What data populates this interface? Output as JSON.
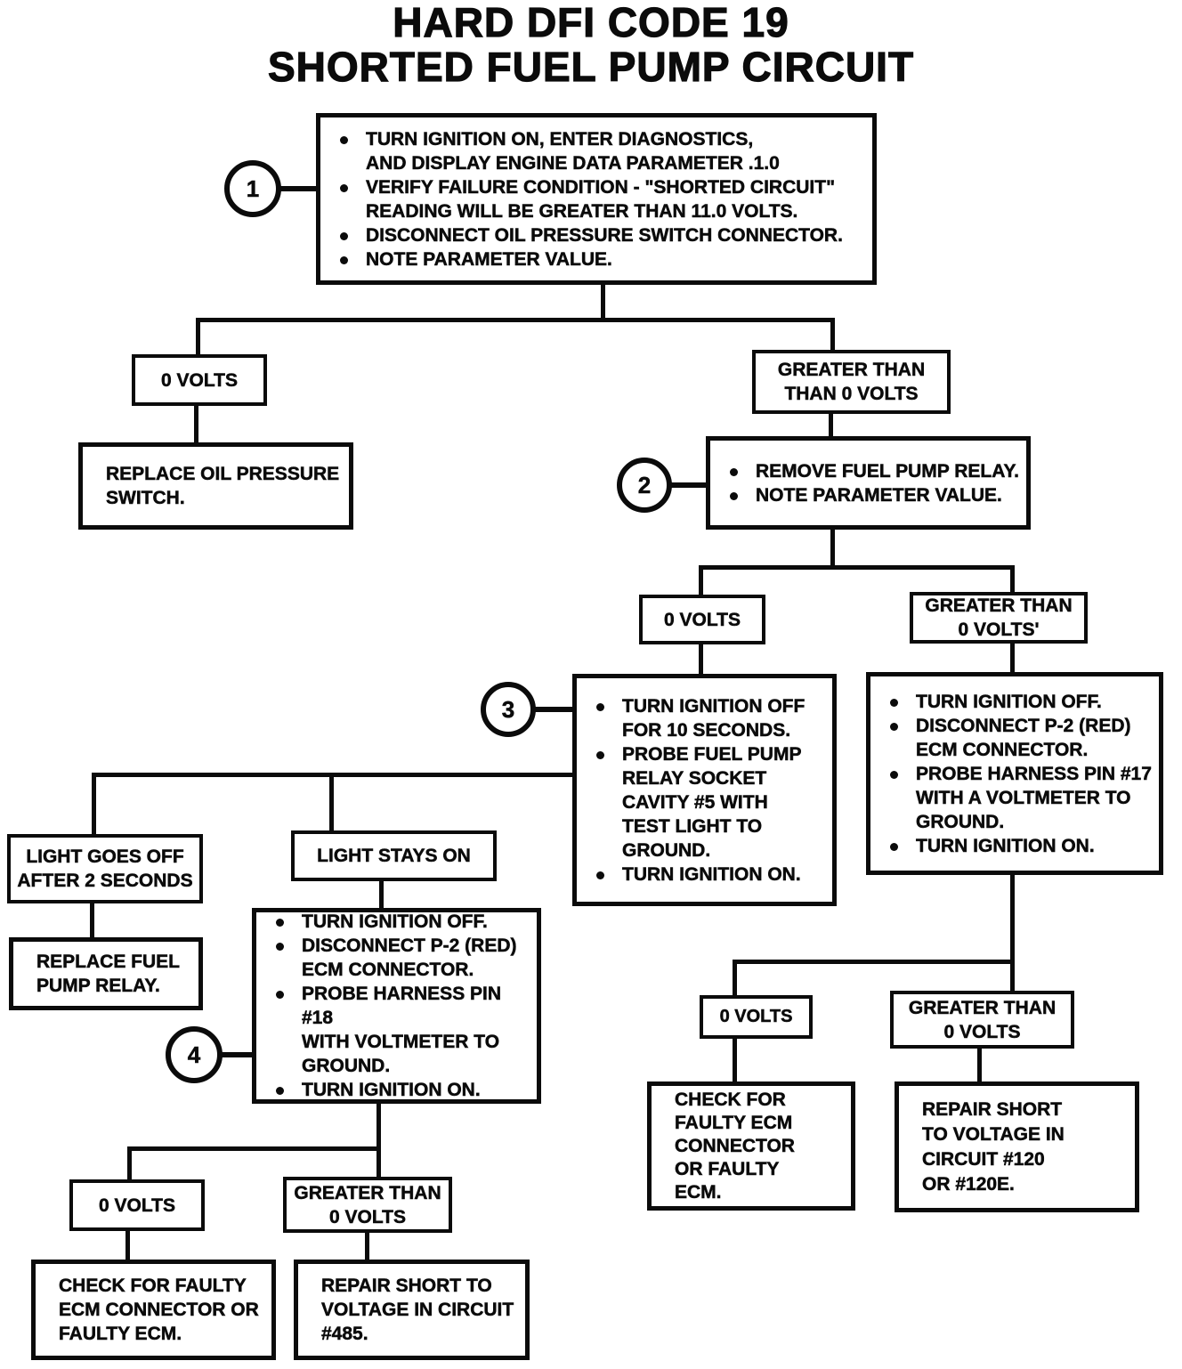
{
  "title": "HARD DFI CODE 19\nSHORTED FUEL PUMP CIRCUIT",
  "steps": {
    "step1": {
      "number": "1",
      "bullets": [
        "TURN IGNITION ON, ENTER DIAGNOSTICS,\nAND DISPLAY ENGINE DATA PARAMETER .1.0",
        "VERIFY FAILURE CONDITION - \"SHORTED CIRCUIT\"\nREADING WILL BE GREATER THAN 11.0 VOLTS.",
        "DISCONNECT OIL PRESSURE SWITCH CONNECTOR.",
        "NOTE PARAMETER VALUE."
      ]
    },
    "step2": {
      "number": "2",
      "bullets": [
        "REMOVE FUEL PUMP RELAY.",
        "NOTE PARAMETER VALUE."
      ]
    },
    "step3": {
      "number": "3",
      "bullets": [
        "TURN IGNITION OFF\nFOR 10 SECONDS.",
        "PROBE FUEL PUMP\nRELAY SOCKET\nCAVITY #5 WITH\nTEST LIGHT TO\nGROUND.",
        "TURN IGNITION ON."
      ]
    },
    "step4": {
      "number": "4",
      "bullets": [
        "TURN IGNITION OFF.",
        "DISCONNECT P-2 (RED)\nECM CONNECTOR.",
        "PROBE HARNESS PIN #18\nWITH VOLTMETER TO\nGROUND.",
        "TURN IGNITION ON."
      ]
    },
    "pin17": {
      "bullets": [
        "TURN IGNITION OFF.",
        "DISCONNECT P-2 (RED)\nECM CONNECTOR.",
        "PROBE HARNESS PIN #17\nWITH A VOLTMETER TO\nGROUND.",
        "TURN IGNITION ON."
      ]
    }
  },
  "labels": {
    "zero_volts_1": "0 VOLTS",
    "greater_than_1": "GREATER THAN\nTHAN 0 VOLTS",
    "zero_volts_2": "0 VOLTS",
    "greater_than_2": "GREATER THAN\n0 VOLTS'",
    "light_goes_off": "LIGHT GOES OFF\nAFTER 2 SECONDS",
    "light_stays_on": "LIGHT STAYS ON",
    "zero_volts_3": "0 VOLTS",
    "greater_than_3": "GREATER THAN\n0 VOLTS",
    "zero_volts_4": "0 VOLTS",
    "greater_than_4": "GREATER THAN\n0 VOLTS"
  },
  "results": {
    "replace_oil_switch": "REPLACE OIL PRESSURE\nSWITCH.",
    "replace_fuel_relay": "REPLACE FUEL\nPUMP RELAY.",
    "check_ecm_1": "CHECK FOR FAULTY\nECM CONNECTOR OR\nFAULTY ECM.",
    "repair_485": "REPAIR SHORT TO\nVOLTAGE IN CIRCUIT\n#485.",
    "check_ecm_2": "CHECK FOR\nFAULTY ECM\nCONNECTOR\nOR FAULTY\nECM.",
    "repair_120": "REPAIR SHORT\nTO VOLTAGE IN\nCIRCUIT #120\nOR #120E."
  }
}
